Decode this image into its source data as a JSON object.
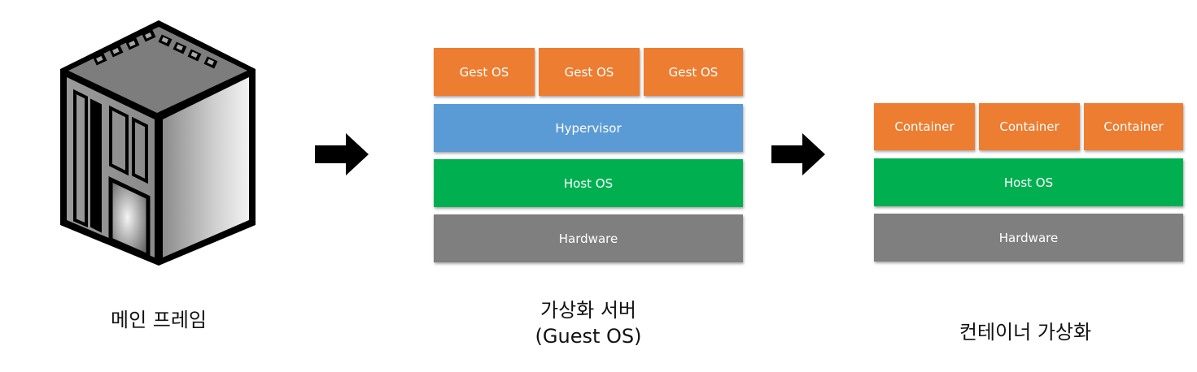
{
  "colors": {
    "orange": "#ed7d31",
    "blue": "#5b9bd5",
    "green": "#00b050",
    "gray": "#7f7f7f",
    "arrow": "#000000"
  },
  "mainframe": {
    "icon": "mainframe-server-icon",
    "caption": "메인 프레임"
  },
  "virtual_server": {
    "guests": [
      "Gest OS",
      "Gest OS",
      "Gest OS"
    ],
    "hypervisor": "Hypervisor",
    "host_os": "Host OS",
    "hardware": "Hardware",
    "caption_line1": "가상화 서버",
    "caption_line2": "(Guest OS)"
  },
  "container_virtualization": {
    "containers": [
      "Container",
      "Container",
      "Container"
    ],
    "host_os": "Host OS",
    "hardware": "Hardware",
    "caption": "컨테이너 가상화"
  },
  "arrows": [
    "right-arrow-icon",
    "right-arrow-icon"
  ]
}
